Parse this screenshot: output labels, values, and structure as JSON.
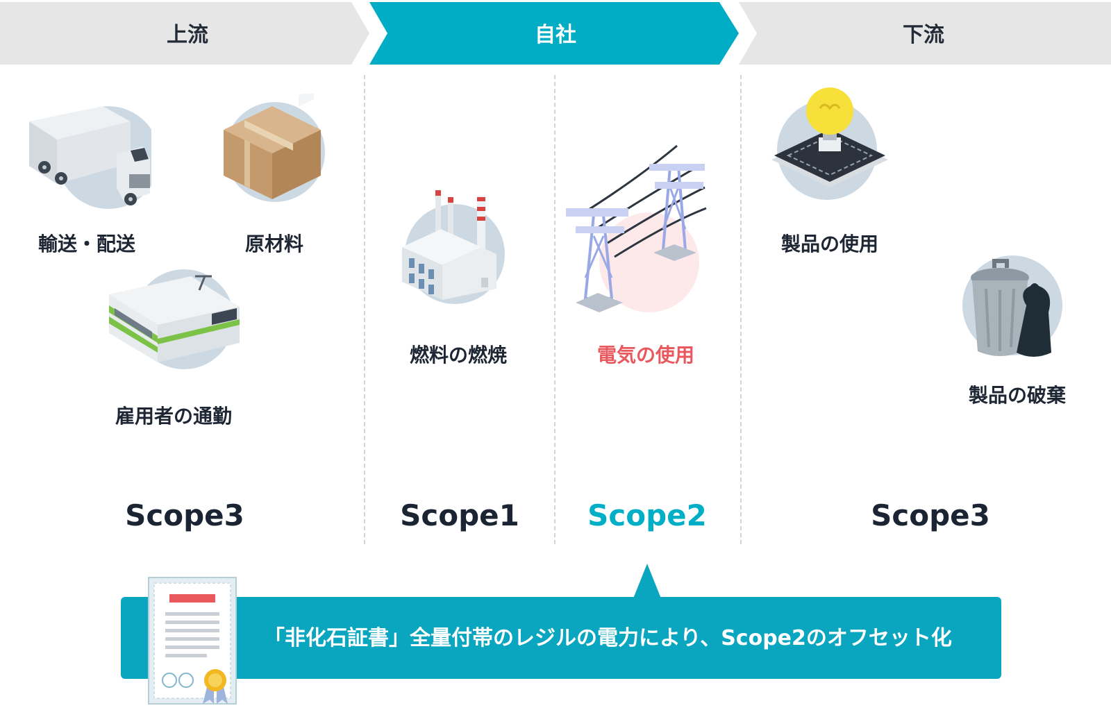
{
  "header": {
    "upstream": "上流",
    "company": "自社",
    "downstream": "下流"
  },
  "upstream": {
    "items": [
      "輸送・配送",
      "原材料",
      "雇用者の通勤"
    ],
    "scope": "Scope3"
  },
  "company": {
    "scope1": {
      "item": "燃料の燃焼",
      "scope": "Scope1"
    },
    "scope2": {
      "item": "電気の使用",
      "scope": "Scope2"
    }
  },
  "downstream": {
    "items": [
      "製品の使用",
      "製品の破棄"
    ],
    "scope": "Scope3"
  },
  "callout": {
    "text": "「非化石証書」全量付帯のレジルの電力により、Scope2のオフセット化"
  },
  "colors": {
    "band_gray": "#e6e6e6",
    "band_teal": "#00adc4",
    "highlight_text": "#00aec6",
    "accent_red": "#e8585c",
    "callout_bg": "#0aa6bf",
    "circle_bg": "#ccd9e3",
    "circle_pink": "#fde9ea"
  }
}
